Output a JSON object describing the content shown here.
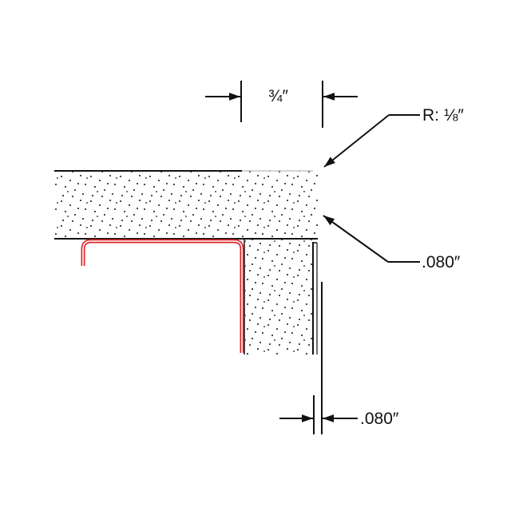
{
  "drawing": {
    "type": "cross-section detail",
    "dimensions": {
      "top_width": "¾″",
      "radius": "R: ⅛″",
      "thickness_callout": ".080″",
      "wall_gap": ".080″"
    },
    "colors": {
      "line": "#111111",
      "clip": "#d9262b",
      "background": "#ffffff"
    }
  }
}
